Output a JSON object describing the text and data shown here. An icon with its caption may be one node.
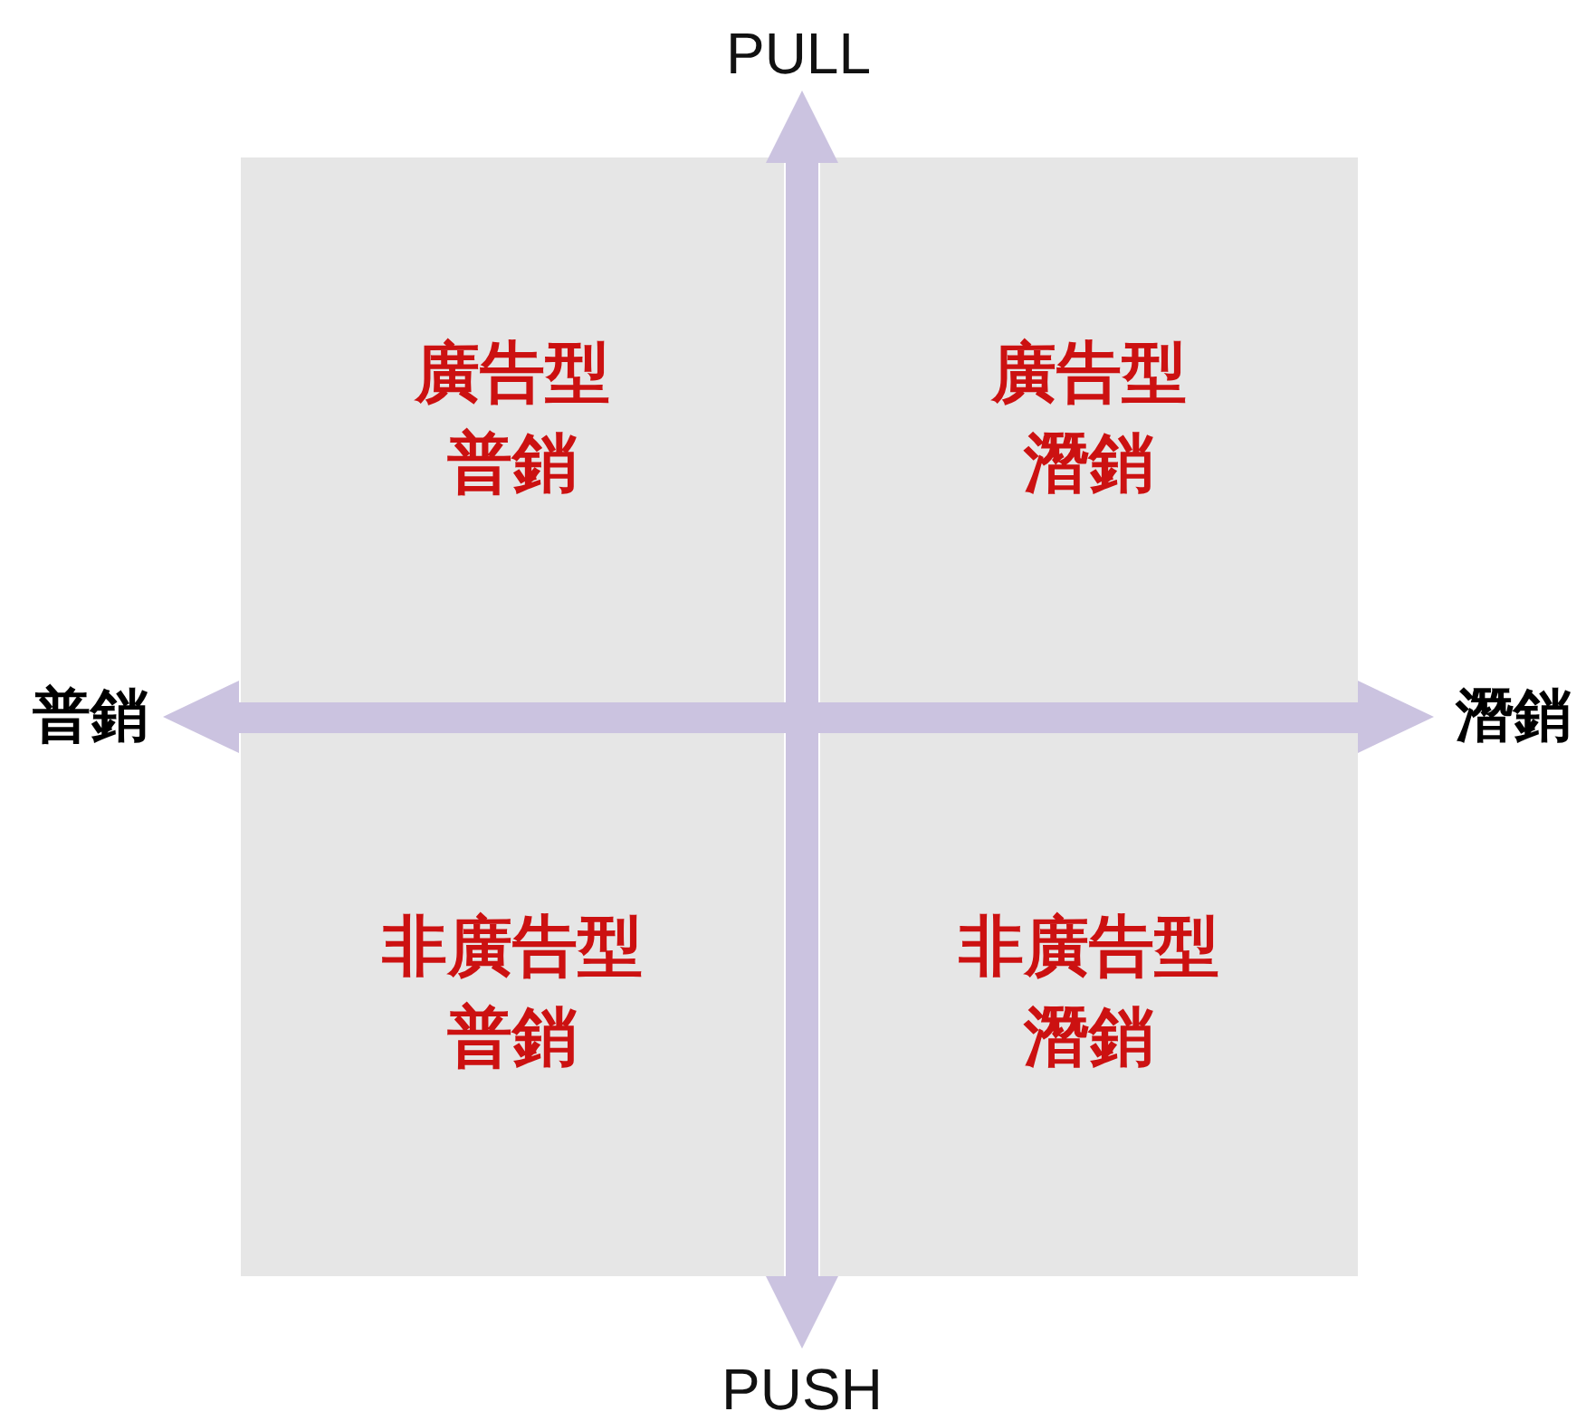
{
  "diagram": {
    "nodes": [
      {
        "text": [
          "PULL"
        ]
      },
      {
        "text": [
          "廣告型普銷"
        ]
      },
      {
        "text": [
          "廣告型潛銷"
        ]
      },
      {
        "text": [
          "普銷"
        ]
      },
      {
        "text": [
          "潛銷"
        ]
      },
      {
        "text": [
          "非廣告型普銷"
        ]
      },
      {
        "text": [
          "非廣告型潛銷"
        ]
      },
      {
        "text": [
          "PUSH"
        ]
      }
    ],
    "edges": [
      {
        "from": 7,
        "to": 0,
        "arrow": "both"
      },
      {
        "from": 3,
        "to": 4,
        "arrow": "both"
      }
    ]
  }
}
